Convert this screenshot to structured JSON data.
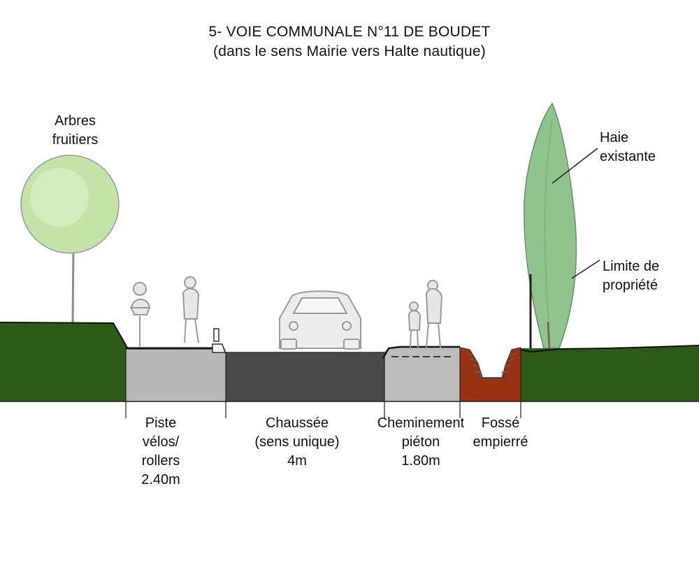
{
  "title": {
    "line1": "5- VOIE COMMUNALE N°11 DE BOUDET",
    "line2": "(dans le sens Mairie vers Halte nautique)"
  },
  "labels": {
    "trees": [
      "Arbres",
      "fruitiers"
    ],
    "hedge": [
      "Haie",
      "existante"
    ],
    "property_limit": [
      "Limite de",
      "propriété"
    ]
  },
  "sections": [
    {
      "id": "bike",
      "lines": [
        "Piste",
        "vélos/",
        "rollers",
        "2.40m"
      ]
    },
    {
      "id": "road",
      "lines": [
        "Chaussée",
        "(sens unique)",
        "4m"
      ]
    },
    {
      "id": "walk",
      "lines": [
        "Cheminement",
        "piéton",
        "1.80m"
      ]
    },
    {
      "id": "ditch",
      "lines": [
        "Fossé",
        "empierré"
      ]
    }
  ],
  "colors": {
    "grass": "#2e5a17",
    "bike_path": "#b8b8b8",
    "roadway": "#4a4a4a",
    "footpath": "#bcbcbc",
    "ditch": "#9a3314",
    "tree_foliage": "#b6dd9a",
    "hedge_foliage": "#8fc48e"
  }
}
